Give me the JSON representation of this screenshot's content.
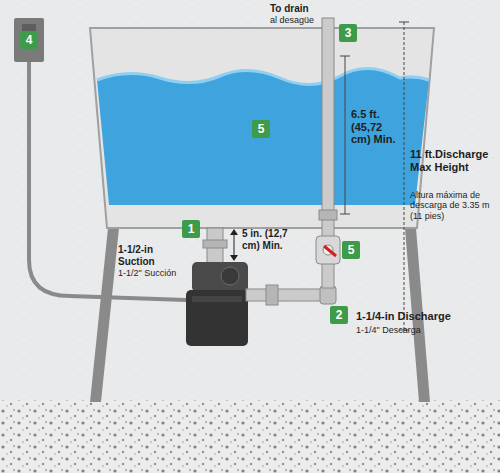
{
  "diagram": {
    "labels": [
      "To drain",
      "al desagüe",
      "4",
      "3",
      "5",
      "6.5 ft. (45,72 cm) Min.",
      "11 ft.Discharge Max Height",
      "Altura máxima de descarga de 3.35 m (11 pies)",
      "1",
      "1-1/2-in Suction",
      "1-1/2\" Succión",
      "5 in. (12,7 cm) Min.",
      "5",
      "2",
      "1-1/4-in Discharge",
      "1-1/4\" Descarga"
    ]
  }
}
